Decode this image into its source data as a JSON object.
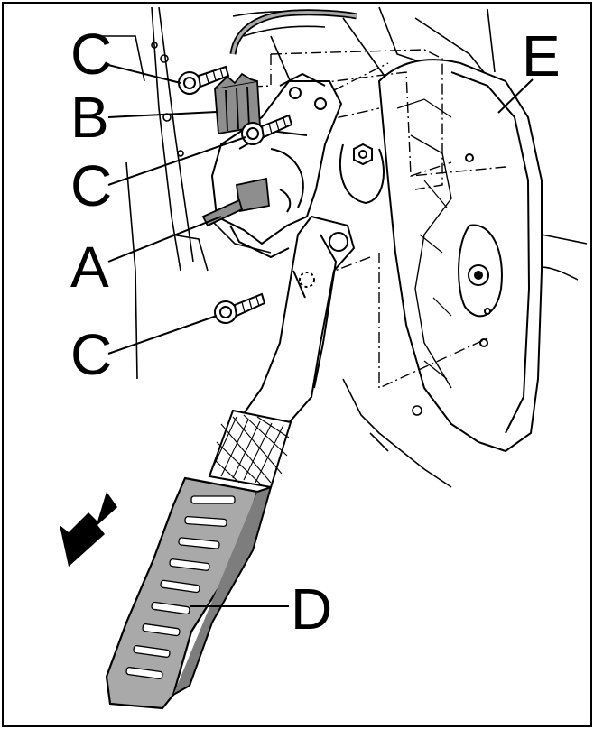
{
  "labels": {
    "c1": "C",
    "b": "B",
    "c2": "C",
    "a": "A",
    "c3": "C",
    "e": "E",
    "d": "D"
  },
  "colors": {
    "line": "#000000",
    "pedal_fill": "#a9a9a9",
    "pedal_slot": "#ffffff",
    "connector": "#8e8e8e",
    "background": "#ffffff"
  },
  "icons": {
    "arrow": "press-direction-arrow-icon",
    "bolt": "bolt-icon"
  }
}
